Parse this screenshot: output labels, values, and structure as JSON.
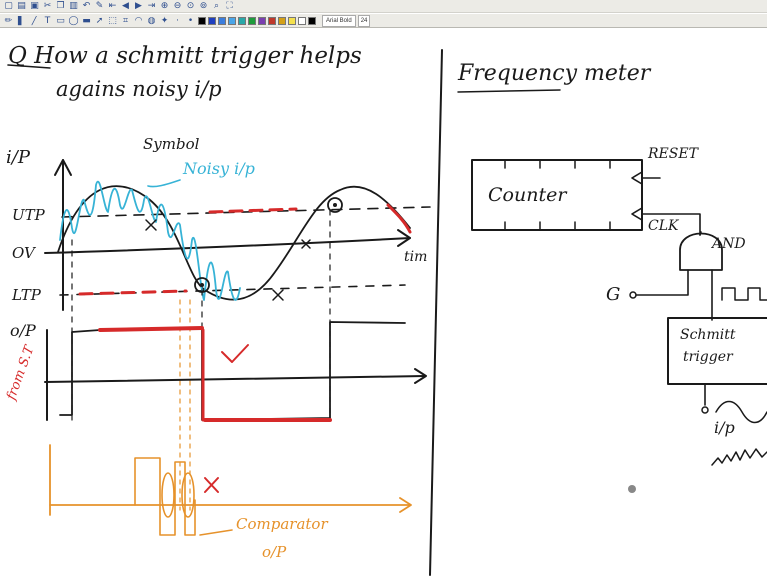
{
  "toolbar": {
    "font_name": "Arial Bold",
    "font_size": "24",
    "palette": [
      "#000000",
      "#1f3fbf",
      "#3b7ddd",
      "#4aa5e8",
      "#2aa8a8",
      "#1e9c3c",
      "#7a3fb0",
      "#c0392b",
      "#d4a017",
      "#f4e04d",
      "#ffffff",
      "#000000"
    ]
  },
  "ink_colors": {
    "black": "#1a1a1a",
    "cyan": "#37b3d6",
    "red": "#d62a2a",
    "orange": "#e6922b"
  },
  "left": {
    "question": "Q How a schmitt trigger helps",
    "question_line2": "agains noisy i/p",
    "symbol_label": "Symbol",
    "noisy_label": "Noisy i/p",
    "ip_axis": "i/P",
    "utp": "UTP",
    "ov": "OV",
    "ltp": "LTP",
    "time_label": "tim",
    "op_axis": "o/P",
    "from_st": "from S.T",
    "comparator": "Comparator",
    "comparator_op": "o/P"
  },
  "right": {
    "title": "Frequency meter",
    "counter": "Counter",
    "reset": "RESET",
    "clk": "CLK",
    "and_gate": "AND",
    "g_label": "G",
    "schmitt": "Schmitt",
    "trigger": "trigger",
    "ip": "i/p"
  }
}
